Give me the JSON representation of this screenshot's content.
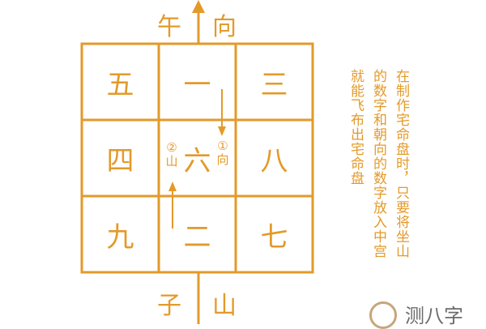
{
  "top": {
    "left": "午",
    "right": "向"
  },
  "bottom": {
    "left": "子",
    "right": "山"
  },
  "grid": [
    [
      "五",
      "一",
      "三"
    ],
    [
      "四",
      "六",
      "八"
    ],
    [
      "九",
      "二",
      "七"
    ]
  ],
  "center_annot": {
    "left_num": "②",
    "left_char": "山",
    "right_num": "①",
    "right_char": "向"
  },
  "notes": [
    "在制作宅命盘时，只要将坐山",
    "的数字和朝向的数字放入中宫",
    "就能飞布出宅命盘"
  ],
  "watermark": "测八字",
  "colors": {
    "accent": "#e39a2a"
  }
}
